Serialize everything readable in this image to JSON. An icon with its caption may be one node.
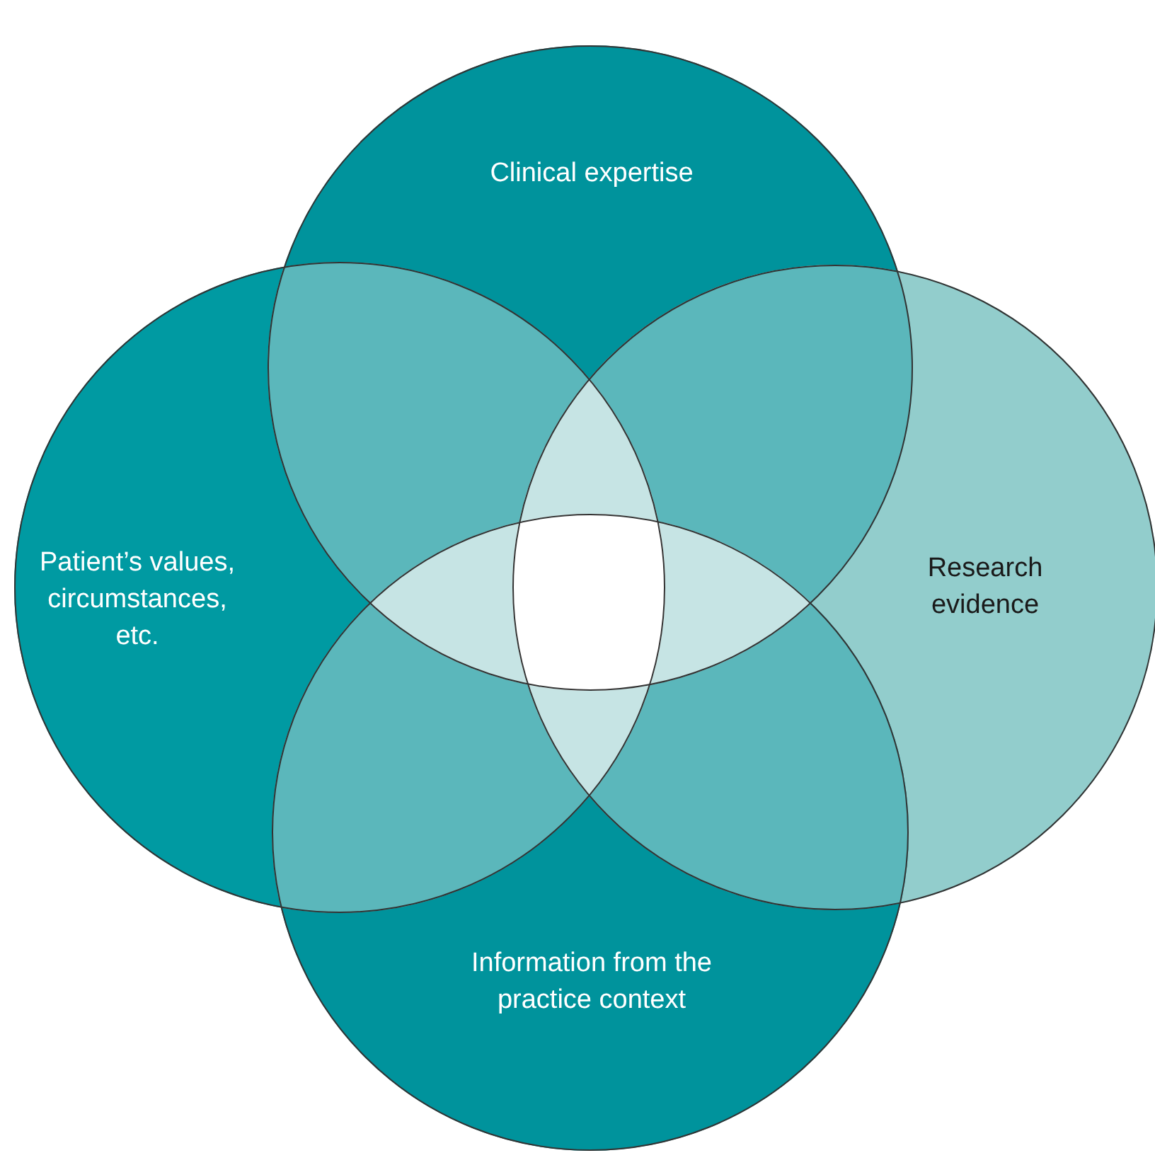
{
  "diagram": {
    "nodes": [
      {
        "text": [
          "Clinical expertise"
        ]
      },
      {
        "text": [
          "Patient’s values, circumstances, etc."
        ]
      },
      {
        "text": [
          "Research evidence"
        ]
      },
      {
        "text": [
          "Information from the practice context"
        ]
      }
    ]
  }
}
